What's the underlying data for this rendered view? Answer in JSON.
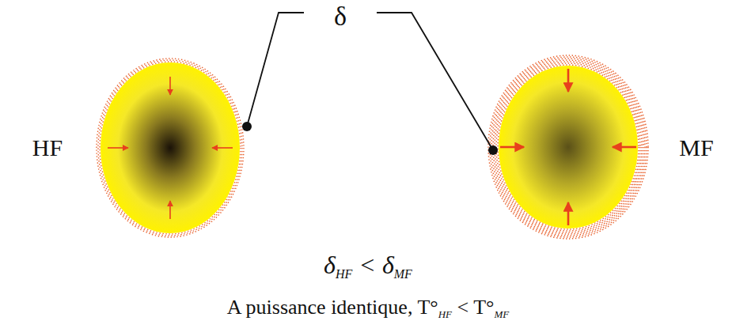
{
  "diagram": {
    "labels": [
      "δ",
      "HF",
      "MF",
      "δHF < δMF",
      "A puissance identique, T°HF < T°MF"
    ]
  }
}
